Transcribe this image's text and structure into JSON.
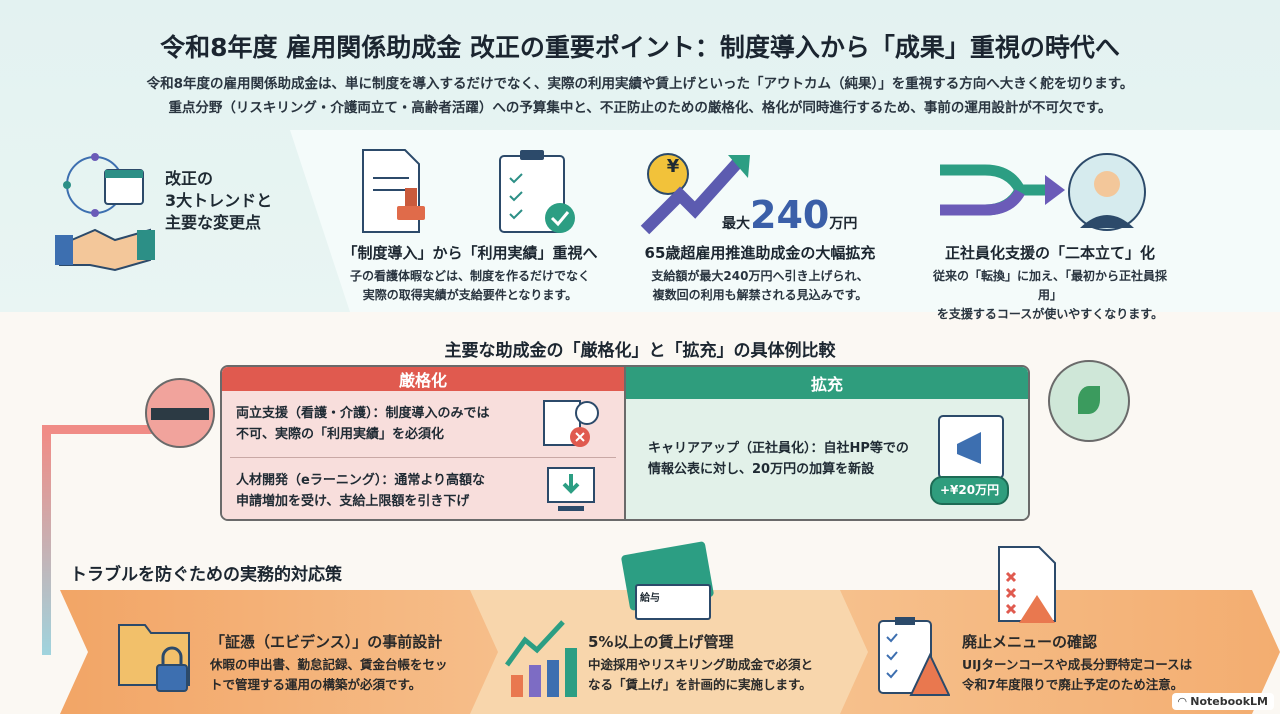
{
  "title": "令和8年度 雇用関係助成金 改正の重要ポイント：制度導入から「成果」重視の時代へ",
  "subtitle": [
    "令和8年度の雇用関係助成金は、単に制度を導入するだけでなく、実際の利用実績や賃上げといった「アウトカム（純果）」を重視する方向へ大きく舵を切ります。",
    "重点分野（リスキリング・介護両立て・高齢者活躍）への予算集中と、不正防止のための厳格化、格化が同時進行するため、事前の運用設計が不可欠です。"
  ],
  "trends_label": [
    "改正の",
    "3大トレンドと",
    "主要な変更点"
  ],
  "trends": [
    {
      "heading": "「制度導入」から「利用実績」重視へ",
      "desc": [
        "子の看護体暇などは、制度を作るだけでなく",
        "実際の取得実績が支給要件となります。"
      ]
    },
    {
      "heading": "65歳超雇用推進助成金の大幅拡充",
      "desc": [
        "支給額が最大240万円へ引き上げられ、",
        "複数回の利用も解禁される見込みです。"
      ],
      "badge_prefix": "最大",
      "badge_value": "240",
      "badge_unit": "万円",
      "currency": "¥"
    },
    {
      "heading": "正社員化支援の「二本立て」化",
      "desc": [
        "従来の「転換」に加え、「最初から正社員採用」",
        "を支援するコースが使いやすくなります。"
      ]
    }
  ],
  "comparison": {
    "title": "主要な助成金の「厳格化」と「拡充」の具体例比較",
    "strict": {
      "label": "厳格化",
      "rows": [
        [
          "両立支援（看護・介護）：制度導入のみでは",
          "不可、実際の「利用実績」を必須化"
        ],
        [
          "人材開発（eラーニング）：通常より高額な",
          "申請増加を受け、支給上限額を引き下げ"
        ]
      ]
    },
    "expand": {
      "label": "拡充",
      "rows": [
        [
          "キャリアアップ（正社員化）：自社HP等での",
          "情報公表に対し、20万円の加算を新設"
        ]
      ],
      "badge": "+¥20万円"
    }
  },
  "measures": {
    "title": "トラブルを防ぐための実務的対応策",
    "items": [
      {
        "heading": "「証憑（エビデンス）」の事前設計",
        "desc": [
          "休暇の申出書、勤怠記録、賃金台帳をセッ",
          "トで管理する運用の構築が必須です。"
        ]
      },
      {
        "heading": "5%以上の賃上げ管理",
        "desc": [
          "中途採用やリスキリング助成金で必須と",
          "なる「賃上げ」を計画的に実施します。"
        ],
        "slip_label": "給与"
      },
      {
        "heading": "廃止メニューの確認",
        "desc": [
          "UIJターンコースや成長分野特定コースは",
          "令和7年度限りで廃止予定のため注意。"
        ]
      }
    ]
  },
  "brand": "NotebookLM",
  "colors": {
    "strict": "#e05a4f",
    "expand": "#2f9d7d",
    "orange": "#f3b278",
    "teal": "#2c8f86"
  }
}
